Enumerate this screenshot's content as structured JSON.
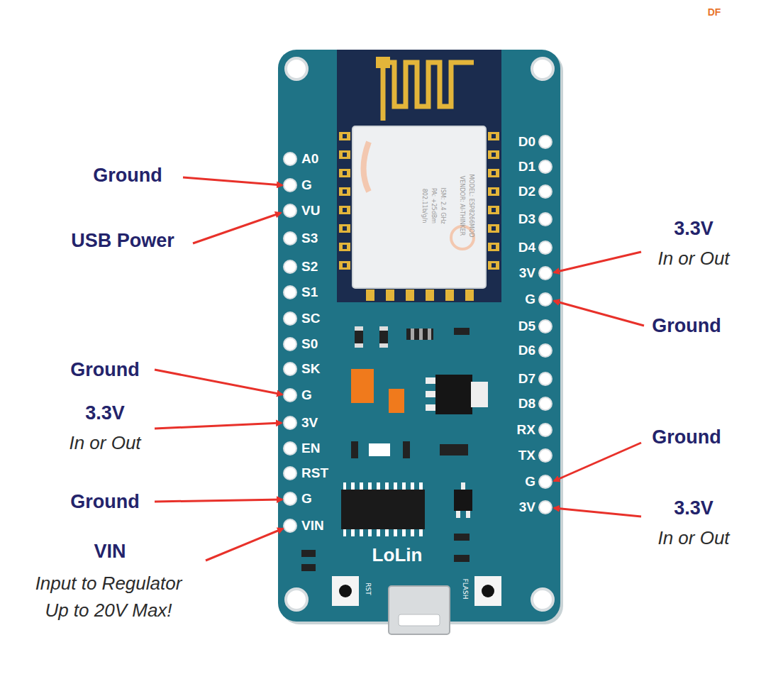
{
  "diagram": {
    "labels": [
      "DF",
      "Ground",
      "USB Power",
      "Ground",
      "3.3V",
      "In or Out",
      "Ground",
      "VIN",
      "Input to Regulator",
      "Up to 20V Max!",
      "MODEL: ESP8266MOD",
      "VENDOR: AI-THINKER",
      "ISM: 2.4 GHz",
      "PA: +25dBm",
      "802.11b/g/n",
      "A0",
      "G",
      "VU",
      "S3",
      "S2",
      "S1",
      "SC",
      "S0",
      "SK",
      "G",
      "3V",
      "EN",
      "RST",
      "G",
      "VIN",
      "D0",
      "D1",
      "D2",
      "D3",
      "D4",
      "3V",
      "G",
      "D5",
      "D6",
      "D7",
      "D8",
      "RX",
      "TX",
      "G",
      "3V",
      "3.3V",
      "In or Out",
      "Ground",
      "Ground",
      "3.3V",
      "In or Out",
      "LoLin",
      "RST",
      "FLASH"
    ]
  }
}
